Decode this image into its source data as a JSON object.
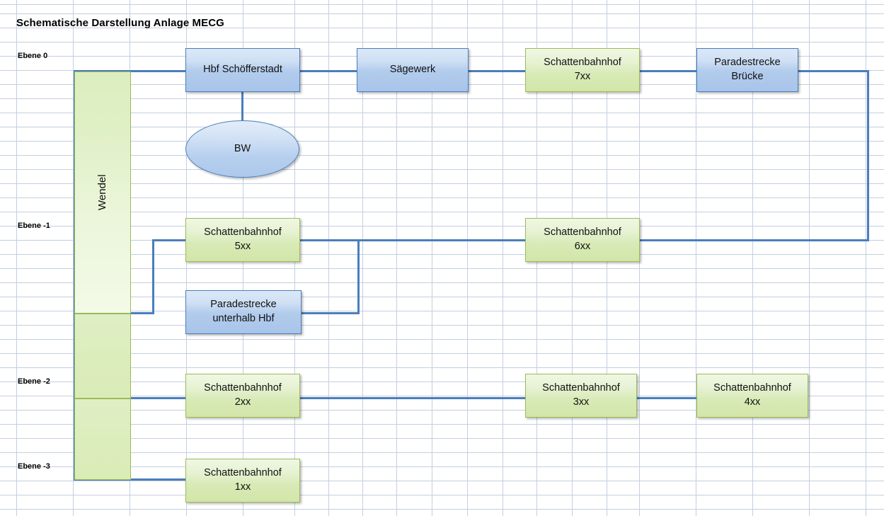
{
  "page": {
    "title": "Schematische Darstellung Anlage MECG",
    "background": "#FFFFFF",
    "gridline_color": "#C3CFE0",
    "connector_color": "#4A7EBB",
    "blue_fill": "#B2CCEC",
    "blue_border": "#4A7EBB",
    "green_fill": "#D8EAB6",
    "green_border": "#9BBB59"
  },
  "levels": [
    {
      "id": "ebene-0",
      "label": "Ebene 0"
    },
    {
      "id": "ebene-m1",
      "label": "Ebene -1"
    },
    {
      "id": "ebene-m2",
      "label": "Ebene -2"
    },
    {
      "id": "ebene-m3",
      "label": "Ebene -3"
    }
  ],
  "nodes": {
    "wendel": {
      "label": "Wendel"
    },
    "hbf": {
      "label": "Hbf Schöfferstadt"
    },
    "saegewerk": {
      "label": "Sägewerk"
    },
    "sbhf7": {
      "line1": "Schattenbahnhof",
      "line2": "7xx"
    },
    "paradebruecke": {
      "line1": "Paradestrecke",
      "line2": "Brücke"
    },
    "bw": {
      "label": "BW"
    },
    "sbhf5": {
      "line1": "Schattenbahnhof",
      "line2": "5xx"
    },
    "sbhf6": {
      "line1": "Schattenbahnhof",
      "line2": "6xx"
    },
    "paradehbf": {
      "line1": "Paradestrecke",
      "line2": "unterhalb Hbf"
    },
    "sbhf2": {
      "line1": "Schattenbahnhof",
      "line2": "2xx"
    },
    "sbhf3": {
      "line1": "Schattenbahnhof",
      "line2": "3xx"
    },
    "sbhf4": {
      "line1": "Schattenbahnhof",
      "line2": "4xx"
    },
    "sbhf1": {
      "line1": "Schattenbahnhof",
      "line2": "1xx"
    }
  }
}
